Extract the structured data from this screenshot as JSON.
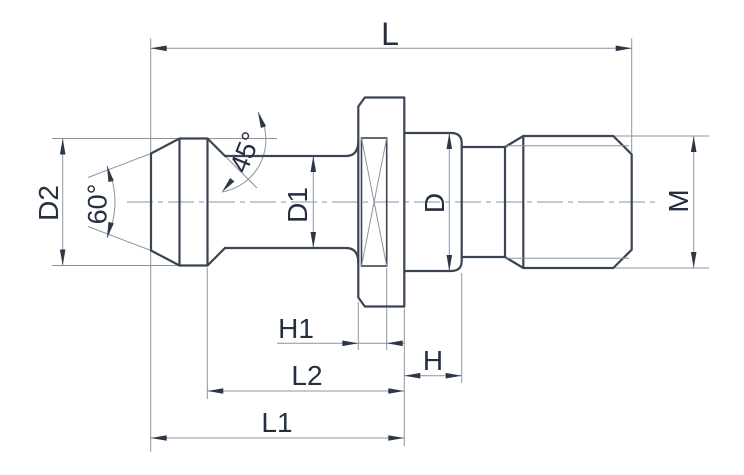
{
  "colors": {
    "background": "#ffffff",
    "outline": "#3a4553",
    "thin_line": "#8a94a0",
    "arrow": "#2c3848",
    "text": "#243040"
  },
  "labels": {
    "L": "L",
    "L1": "L1",
    "L2": "L2",
    "H": "H",
    "H1": "H1",
    "D": "D",
    "D1": "D1",
    "D2": "D2",
    "M": "M",
    "angle_tip": "60°",
    "angle_chamfer": "45°"
  }
}
